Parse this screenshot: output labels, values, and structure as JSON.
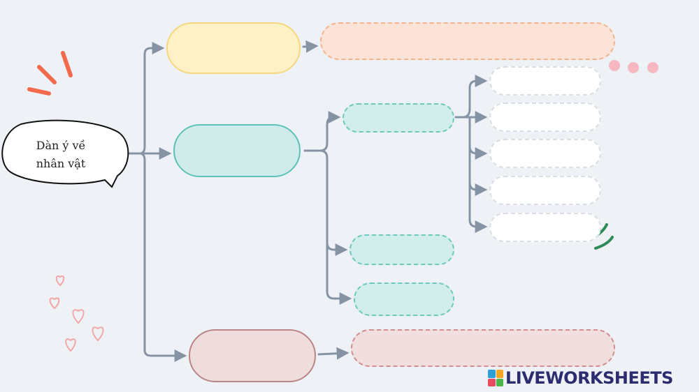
{
  "central_topic": {
    "line1": "Dàn ý về",
    "line2": "nhân vật"
  },
  "branches": {
    "top": {
      "label": "",
      "detail": ""
    },
    "middle": {
      "label": "",
      "sub": [
        "",
        "",
        ""
      ],
      "sub_items": [
        "",
        "",
        "",
        "",
        ""
      ]
    },
    "bottom": {
      "label": "",
      "detail": ""
    }
  },
  "decorations": [
    "burst-icon",
    "dots-icon",
    "hearts-icon",
    "swoosh-icon"
  ],
  "colors": {
    "background": "#eef2f6",
    "connector": "#8593a4",
    "yellow": "#fdf1c5",
    "peach": "#fbe3d7",
    "teal": "#cfecea",
    "rose": "#efdcdc",
    "accent_red": "#f26a4b",
    "accent_pink": "#f7b7c0",
    "accent_green": "#2e8b57"
  },
  "brand": {
    "name": "LIVEWORKSHEETS",
    "logo_colors": [
      "#2f9fd8",
      "#f5a623",
      "#e84a5f",
      "#4cb648"
    ]
  }
}
